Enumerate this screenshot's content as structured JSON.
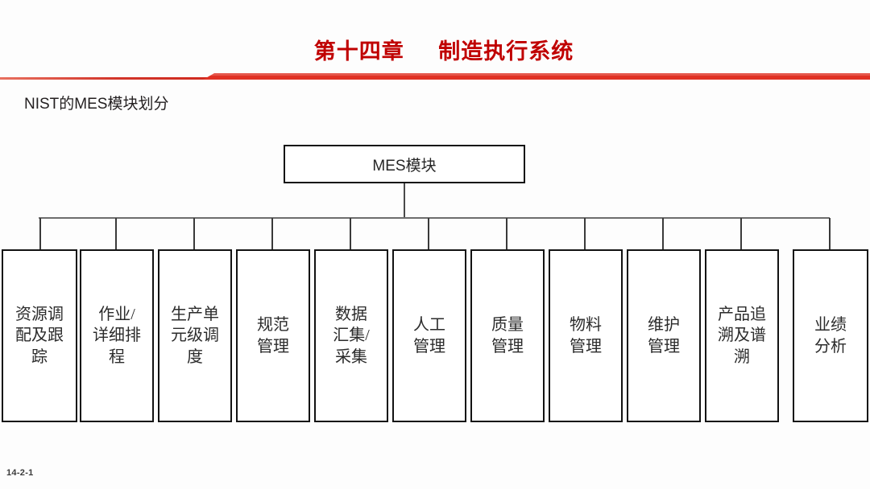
{
  "slide": {
    "title": "第十四章     制造执行系统",
    "subtitle": "NIST的MES模块划分",
    "footer": "14-2-1",
    "accent_red": "#c00000",
    "rule_red": "#e03124",
    "background": "#fdfdfd"
  },
  "diagram": {
    "type": "tree",
    "root": {
      "label": "MES模块"
    },
    "leaves": [
      {
        "label": "资源调\n配及跟\n踪"
      },
      {
        "label": "作业/\n详细排\n程"
      },
      {
        "label": "生产单\n元级调\n度"
      },
      {
        "label": "规范\n管理"
      },
      {
        "label": "数据\n汇集/\n采集"
      },
      {
        "label": "人工\n管理"
      },
      {
        "label": "质量\n管理"
      },
      {
        "label": "物料\n管理"
      },
      {
        "label": "维护\n管理"
      },
      {
        "label": "产品追\n溯及谱\n溯"
      },
      {
        "label": "业绩\n分析"
      }
    ]
  }
}
